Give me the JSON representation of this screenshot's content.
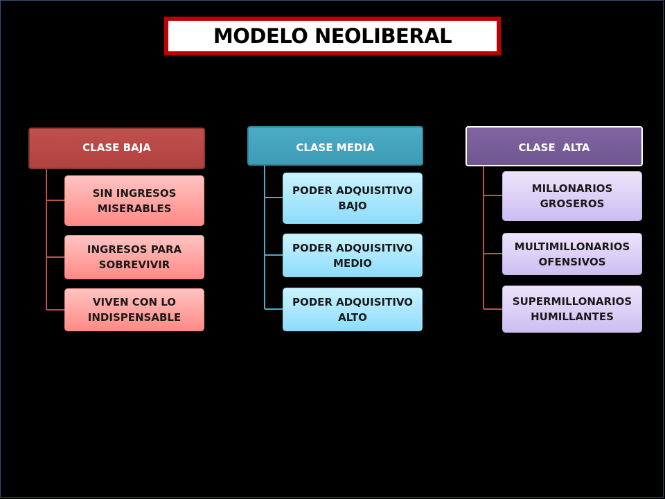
{
  "title": "MODELO NEOLIBERAL",
  "colors": {
    "baja": "#c0504d",
    "media": "#4bacc6",
    "alta": "#8064a2",
    "title_border": "#c00000"
  },
  "columns": [
    {
      "header": "CLASE BAJA",
      "items": [
        "SIN INGRESOS MISERABLES",
        "INGRESOS PARA SOBREVIVIR",
        "VIVEN CON LO INDISPENSABLE"
      ]
    },
    {
      "header": "CLASE MEDIA",
      "items": [
        "PODER ADQUISITIVO BAJO",
        "PODER ADQUISITIVO MEDIO",
        "PODER ADQUISITIVO ALTO"
      ]
    },
    {
      "header": "CLASE  ALTA",
      "items": [
        "MILLONARIOS GROSEROS",
        "MULTIMILLONARIOS OFENSIVOS",
        "SUPERMILLONARIOS HUMILLANTES"
      ]
    }
  ]
}
